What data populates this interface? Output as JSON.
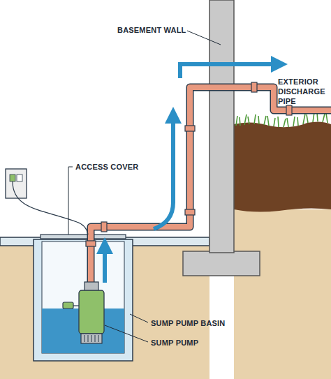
{
  "diagram": {
    "labels": [
      "BASEMENT WALL",
      "ACCESS COVER",
      "EXTERIOR DISCHARGE PIPE",
      "SUMP PUMP BASIN",
      "SUMP PUMP"
    ]
  }
}
